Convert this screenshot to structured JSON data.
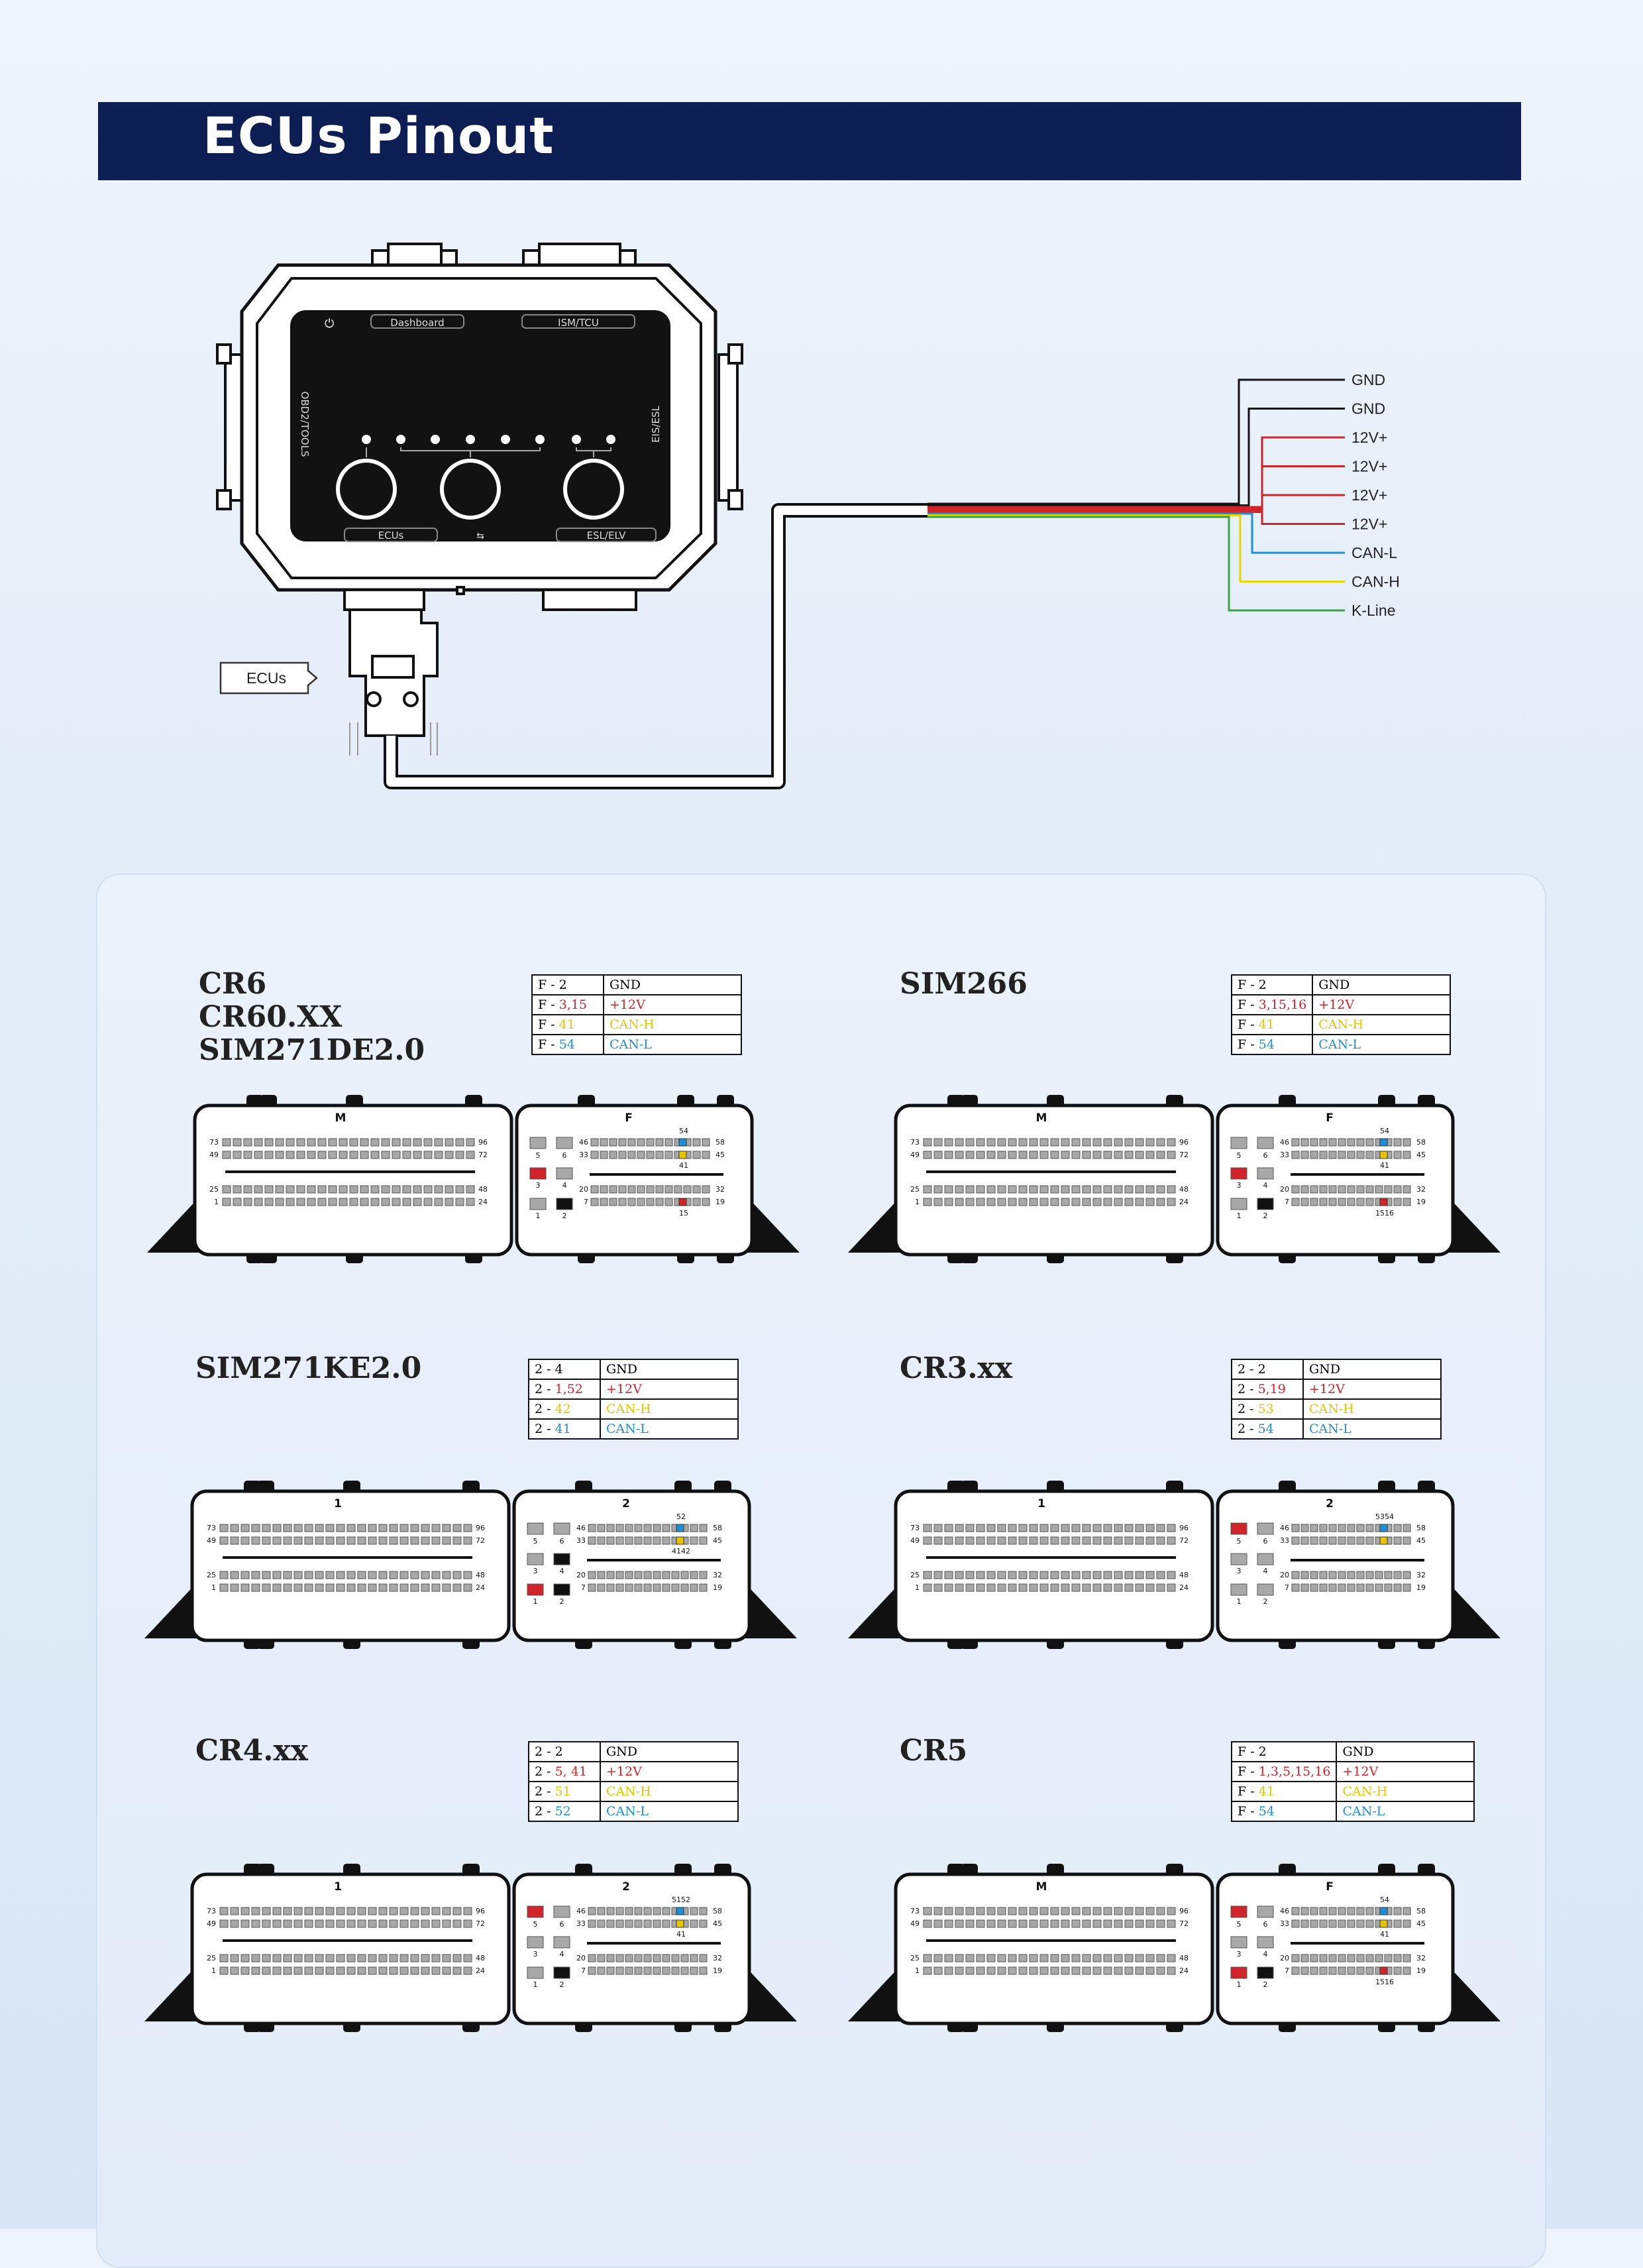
{
  "banner": {
    "title": "ECUs Pinout"
  },
  "device": {
    "ports": {
      "dashboard": "Dashboard",
      "ism_tcu": "ISM/TCU",
      "obd": "OBD2/TOOLS",
      "eis": "EIS/ESL",
      "ecus": "ECUs",
      "esl_elv": "ESL/ELV"
    },
    "callout": "ECUs",
    "wires": [
      {
        "label": "GND",
        "color": "#111111"
      },
      {
        "label": "GND",
        "color": "#111111"
      },
      {
        "label": "12V+",
        "color": "#d0232a"
      },
      {
        "label": "12V+",
        "color": "#d0232a"
      },
      {
        "label": "12V+",
        "color": "#d0232a"
      },
      {
        "label": "12V+",
        "color": "#d0232a"
      },
      {
        "label": "CAN-L",
        "color": "#1e8fd6"
      },
      {
        "label": "CAN-H",
        "color": "#e8d400"
      },
      {
        "label": "K-Line",
        "color": "#3aa24a"
      }
    ]
  },
  "colors": {
    "red": "#d0232a",
    "yellow": "#e8c400",
    "blue": "#1e8fd6",
    "banner": "#0d1e55"
  },
  "ecus": [
    {
      "name": "CR6\nCR60.XX\nSIM271DE2.0",
      "table": [
        [
          "F - 2",
          "GND"
        ],
        [
          "F - ",
          "3,15",
          "+12V"
        ],
        [
          "F - ",
          "41",
          "CAN-H"
        ],
        [
          "F - ",
          "54",
          "CAN-L"
        ]
      ],
      "left_label": "M",
      "right_label": "F",
      "top_labels": [
        "54"
      ],
      "mid_labels": [
        "41"
      ],
      "bot_labels": [
        "15"
      ]
    },
    {
      "name": "SIM266",
      "table": [
        [
          "F - 2",
          "GND"
        ],
        [
          "F - ",
          "3,15,16",
          "+12V"
        ],
        [
          "F - ",
          "41",
          "CAN-H"
        ],
        [
          "F - ",
          "54",
          "CAN-L"
        ]
      ],
      "left_label": "M",
      "right_label": "F",
      "top_labels": [
        "54"
      ],
      "mid_labels": [
        "41"
      ],
      "bot_labels": [
        "1516"
      ]
    },
    {
      "name": "SIM271KE2.0",
      "table": [
        [
          "2 - 4",
          "GND"
        ],
        [
          "2 - ",
          "1,52",
          "+12V"
        ],
        [
          "2 - ",
          "42",
          "CAN-H"
        ],
        [
          "2 - ",
          "41",
          "CAN-L"
        ]
      ],
      "left_label": "1",
      "right_label": "2",
      "top_labels": [
        "52"
      ],
      "mid_labels": [
        "4142"
      ],
      "bot_labels": []
    },
    {
      "name": "CR3.xx",
      "table": [
        [
          "2 - 2",
          "GND"
        ],
        [
          "2 - ",
          "5,19",
          "+12V"
        ],
        [
          "2 - ",
          "53",
          "CAN-H"
        ],
        [
          "2 - ",
          "54",
          "CAN-L"
        ]
      ],
      "left_label": "1",
      "right_label": "2",
      "top_labels": [
        "5354"
      ],
      "mid_labels": [],
      "bot_labels": []
    },
    {
      "name": "CR4.xx",
      "table": [
        [
          "2 - 2",
          "GND"
        ],
        [
          "2 - ",
          "5, 41",
          "+12V"
        ],
        [
          "2 - ",
          "51",
          "CAN-H"
        ],
        [
          "2 - ",
          "52",
          "CAN-L"
        ]
      ],
      "left_label": "1",
      "right_label": "2",
      "top_labels": [
        "5152"
      ],
      "mid_labels": [
        "41"
      ],
      "bot_labels": []
    },
    {
      "name": "CR5",
      "table": [
        [
          "F - 2",
          "GND"
        ],
        [
          "F - ",
          "1,3,5,15,16",
          "+12V"
        ],
        [
          "F - ",
          "41",
          "CAN-H"
        ],
        [
          "F - ",
          "54",
          "CAN-L"
        ]
      ],
      "left_label": "M",
      "right_label": "F",
      "top_labels": [
        "54"
      ],
      "mid_labels": [
        "41"
      ],
      "bot_labels": [
        "1516"
      ]
    }
  ],
  "pin_numbers": {
    "l73": "73",
    "l49": "49",
    "l25": "25",
    "l1": "1",
    "r96": "96",
    "r72": "72",
    "r48": "48",
    "r24": "24",
    "f46": "46",
    "f33": "33",
    "f20": "20",
    "f7": "7",
    "f58": "58",
    "f45": "45",
    "f32": "32",
    "f19": "19",
    "s5": "5",
    "s6": "6",
    "s3": "3",
    "s4": "4",
    "s1": "1",
    "s2": "2"
  }
}
